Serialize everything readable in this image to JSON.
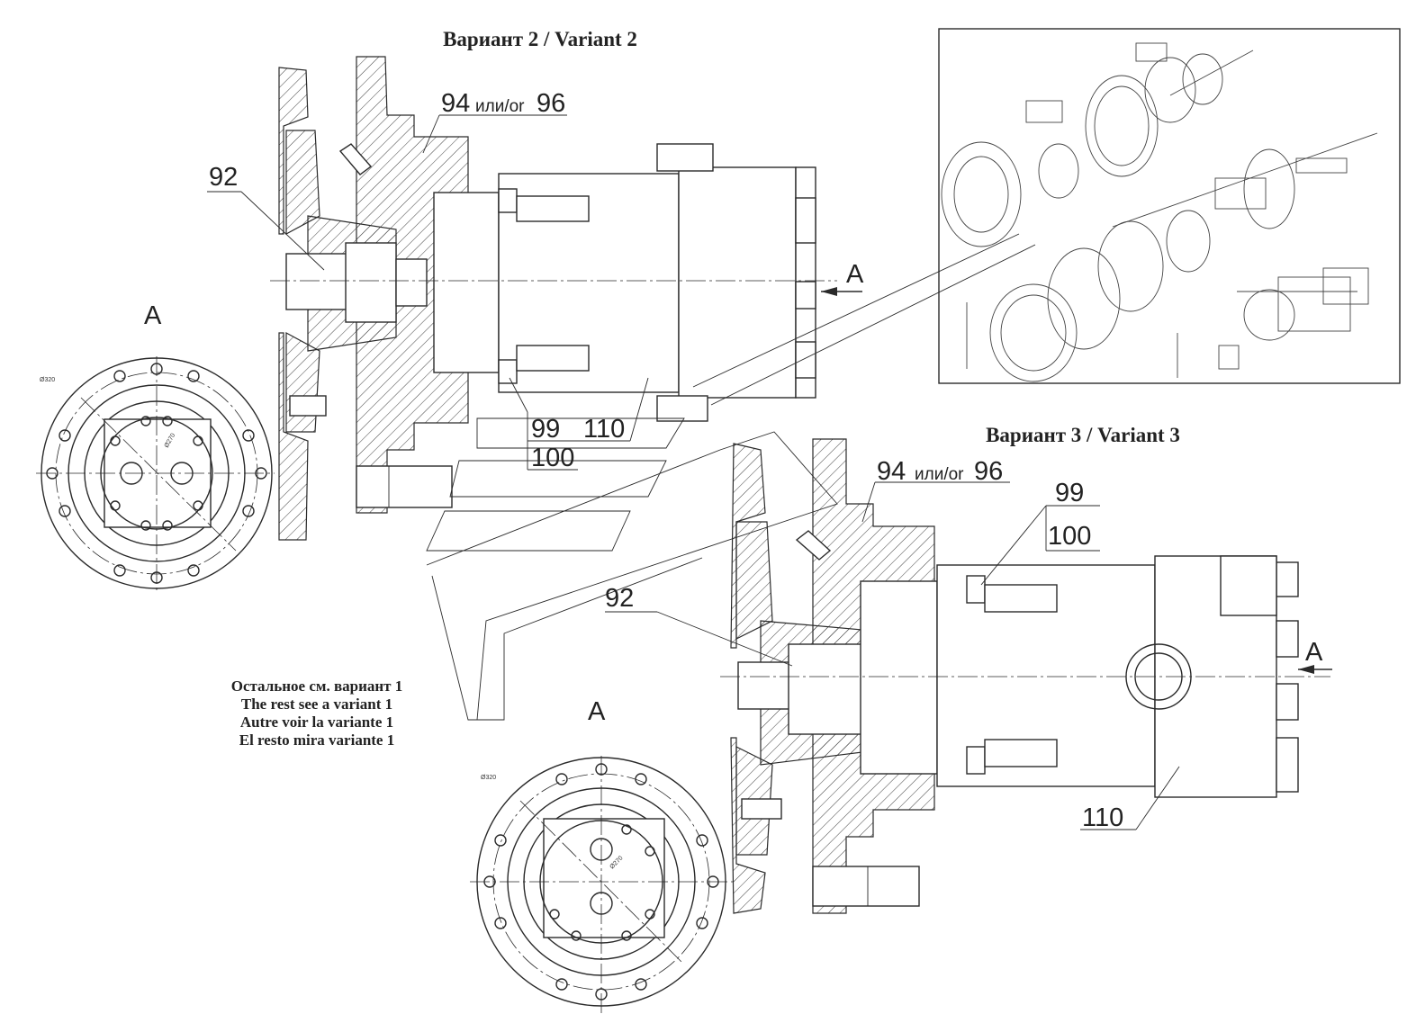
{
  "headings": {
    "variant2": "Вариант 2 / Variant 2",
    "variant3": "Вариант 3 / Variant 3"
  },
  "view_marker": "A",
  "callouts": {
    "c92": "92",
    "c94": "94",
    "c96": "96",
    "c99": "99",
    "c100": "100",
    "c110": "110",
    "or_text": "или/or"
  },
  "dimensions": {
    "d320": "Ø320",
    "d270": "Ø270"
  },
  "note_lines": [
    "Остальное см. вариант 1",
    "The rest see a variant 1",
    "Autre voir la variante 1",
    "El resto mira variante 1"
  ]
}
